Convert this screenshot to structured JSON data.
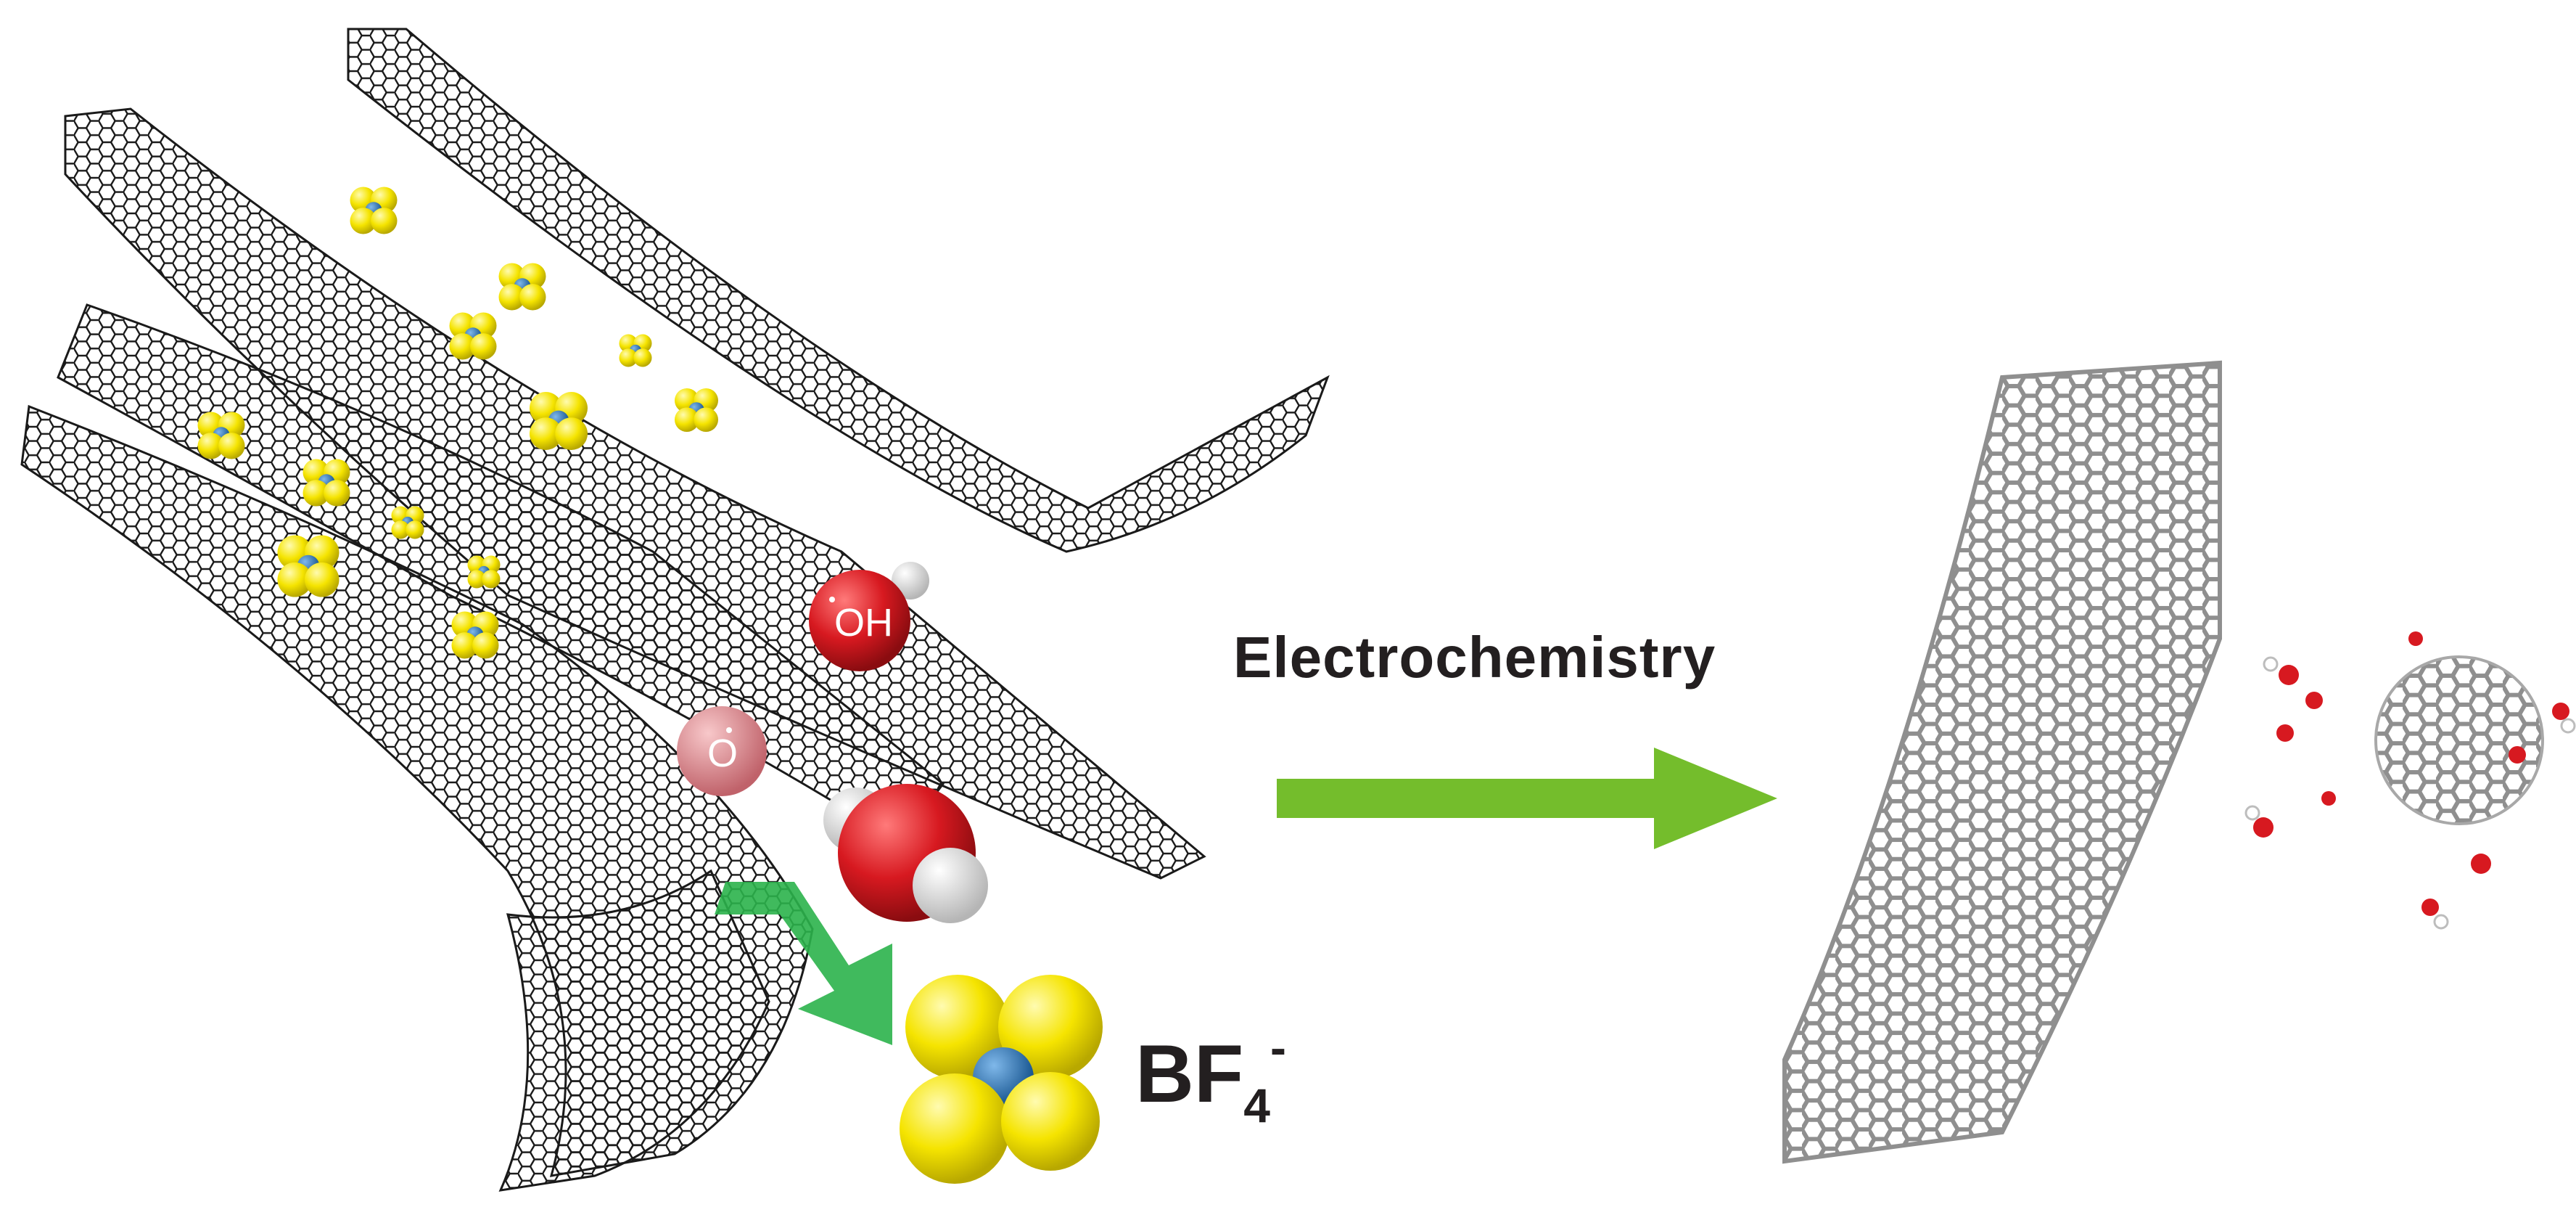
{
  "labels": {
    "process": "Electrochemistry",
    "anion": {
      "base": "BF",
      "subscript": "4",
      "superscript": "-"
    },
    "hydroxyl_radical": "OH",
    "oxygen_radical": "O"
  },
  "colors": {
    "background": "#ffffff",
    "text": "#231f20",
    "graphene_line": "#1a1a1a",
    "fluorine": "#f5e400",
    "boron": "#1d70b8",
    "oxygen_red": "#d71920",
    "oxygen_pink": "#e48a8e",
    "hydrogen": "#e8e8e8",
    "arrow_green": "#74bd2c",
    "intercalation_green": "#2bb34b",
    "product_gray": "#9a9a9a"
  },
  "icons": {
    "graphene_sheet": "hexagon-mesh-icon",
    "anion_cluster": "tetrahedral-molecule-icon",
    "reaction_arrow": "arrow-right-icon",
    "product_ribbon": "graphene-ribbon-icon",
    "quantum_dot": "graphene-quantum-dot-icon"
  }
}
